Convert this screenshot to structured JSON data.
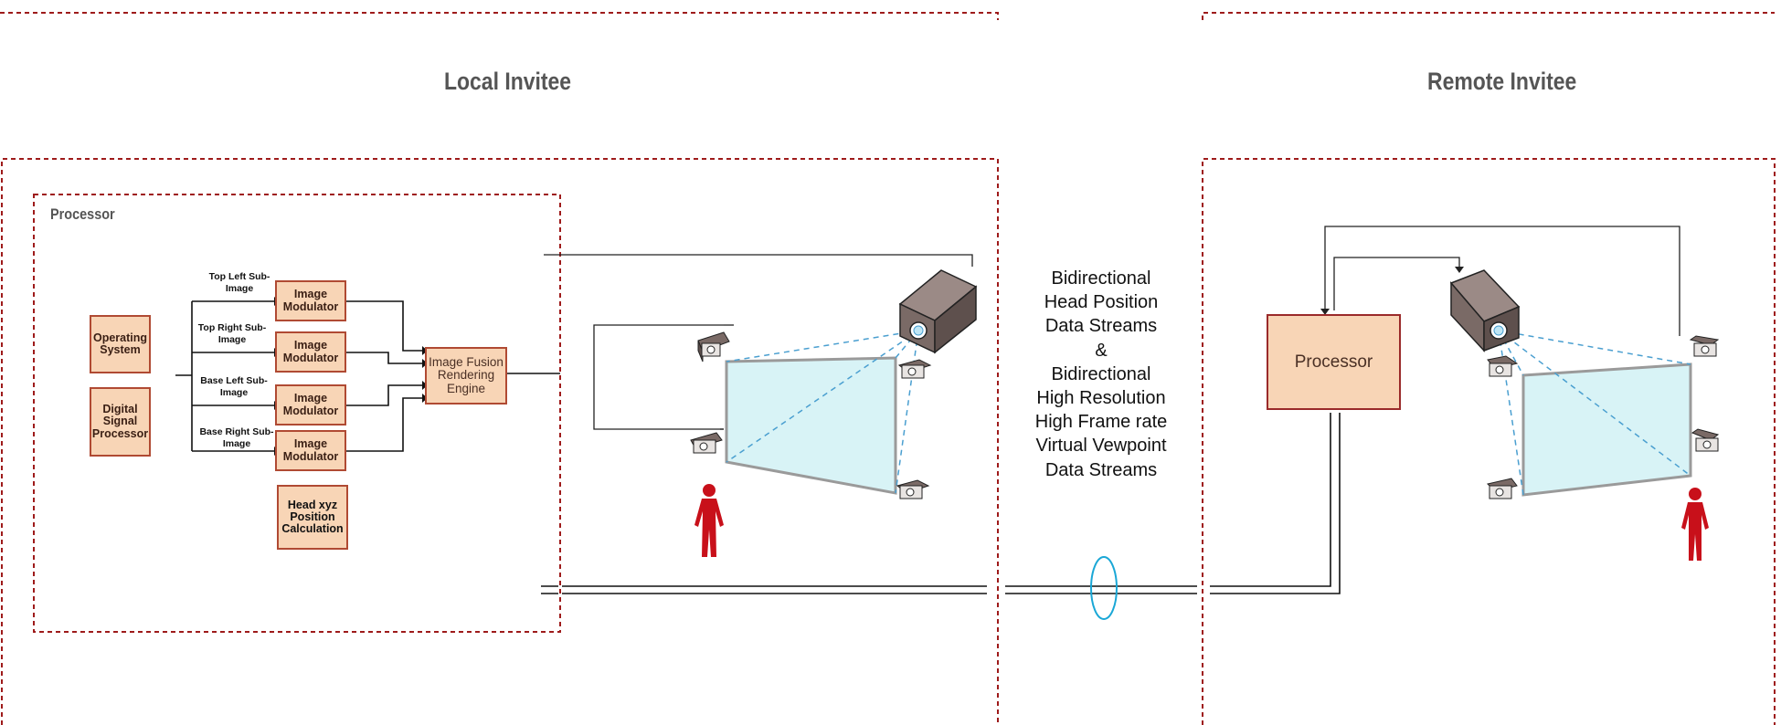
{
  "titles": {
    "local": "Local Invitee",
    "remote": "Remote Invitee"
  },
  "local_processor": {
    "label": "Processor",
    "operating_system": "Operating System",
    "dsp": "Digital Signal Processor",
    "sub_images": [
      "Top Left Sub-Image",
      "Top Right Sub-Image",
      "Base Left Sub-Image",
      "Base Right Sub-Image"
    ],
    "modulator": "Image Modulator",
    "fusion_engine": "Image Fusion Rendering Engine",
    "head_position": "Head xyz Position Calculation"
  },
  "remote_processor": {
    "label": "Processor"
  },
  "streams": [
    "Bidirectional",
    "Head Position",
    "Data Streams",
    "&",
    "Bidirectional",
    "High Resolution",
    "High Frame rate",
    "Virtual Vewpoint",
    "Data Streams"
  ],
  "colors": {
    "dashed_border": "#9e1b1b",
    "box_fill": "#f8d5b6",
    "box_border": "#b04a33",
    "screen": "#d8f3f6",
    "camera": "#7a6a66",
    "link_ellipse": "#1aa7d6",
    "figure": "#c8101a"
  }
}
